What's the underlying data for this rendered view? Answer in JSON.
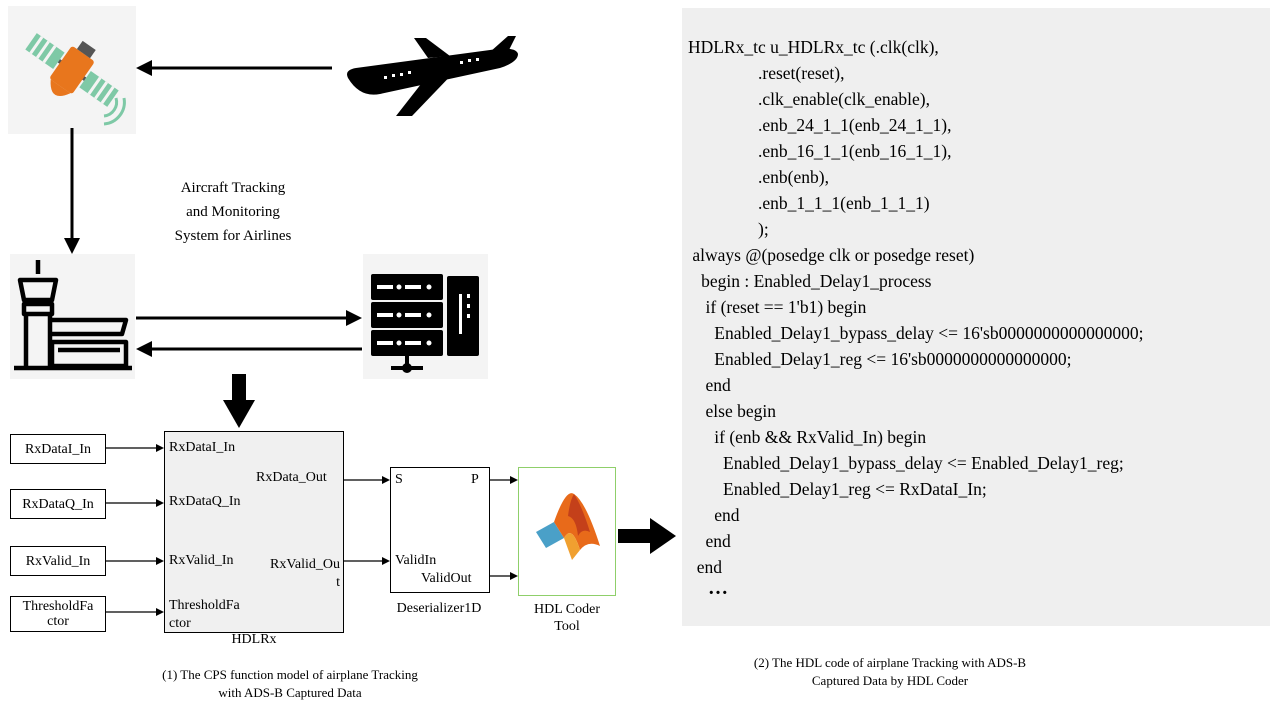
{
  "model": {
    "center_title": [
      "Aircraft Tracking",
      "and Monitoring",
      "System for Airlines"
    ],
    "inports": [
      "RxDataI_In",
      "RxDataQ_In",
      "RxValid_In",
      "ThresholdFa\nctor"
    ],
    "hdlrx": {
      "inputs": [
        "RxDataI_In",
        "RxDataQ_In",
        "RxValid_In",
        "ThresholdFa\nctor"
      ],
      "outputs": [
        "RxData_Out",
        "RxValid_Ou\nt"
      ],
      "label": "HDLRx"
    },
    "deserializer": {
      "in_s": "S",
      "out_p": "P",
      "in_valid": "ValidIn",
      "out_valid": "ValidOut",
      "label": "Deserializer1D"
    },
    "tool_label": "HDL Coder\nTool",
    "caption": "(1) The CPS function model of airplane Tracking\nwith ADS-B Captured Data"
  },
  "code": {
    "lines": [
      "HDLRx_tc u_HDLRx_tc (.clk(clk),",
      "                .reset(reset),",
      "                .clk_enable(clk_enable),",
      "                .enb_24_1_1(enb_24_1_1),",
      "                .enb_16_1_1(enb_16_1_1),",
      "                .enb(enb),",
      "                .enb_1_1_1(enb_1_1_1)",
      "                );",
      " always @(posedge clk or posedge reset)",
      "   begin : Enabled_Delay1_process",
      "    if (reset == 1'b1) begin",
      "      Enabled_Delay1_bypass_delay <= 16'sb0000000000000000;",
      "      Enabled_Delay1_reg <= 16'sb0000000000000000;",
      "    end",
      "    else begin",
      "      if (enb && RxValid_In) begin",
      "        Enabled_Delay1_bypass_delay <= Enabled_Delay1_reg;",
      "        Enabled_Delay1_reg <= RxDataI_In;",
      "      end",
      "    end",
      "  end"
    ],
    "ellipsis": "…",
    "caption": "(2) The HDL code of airplane Tracking with ADS-B\nCaptured Data by HDL Coder"
  },
  "colors": {
    "satellite_orange": "#e8761d",
    "satellite_teal": "#7ec9a6",
    "panel_gray": "#efefef",
    "block_fill": "#f0f0f0",
    "tool_border": "#8fcf6a"
  },
  "icons": [
    "satellite-icon",
    "airplane-icon",
    "control-tower-icon",
    "server-rack-icon",
    "matlab-logo-icon"
  ]
}
